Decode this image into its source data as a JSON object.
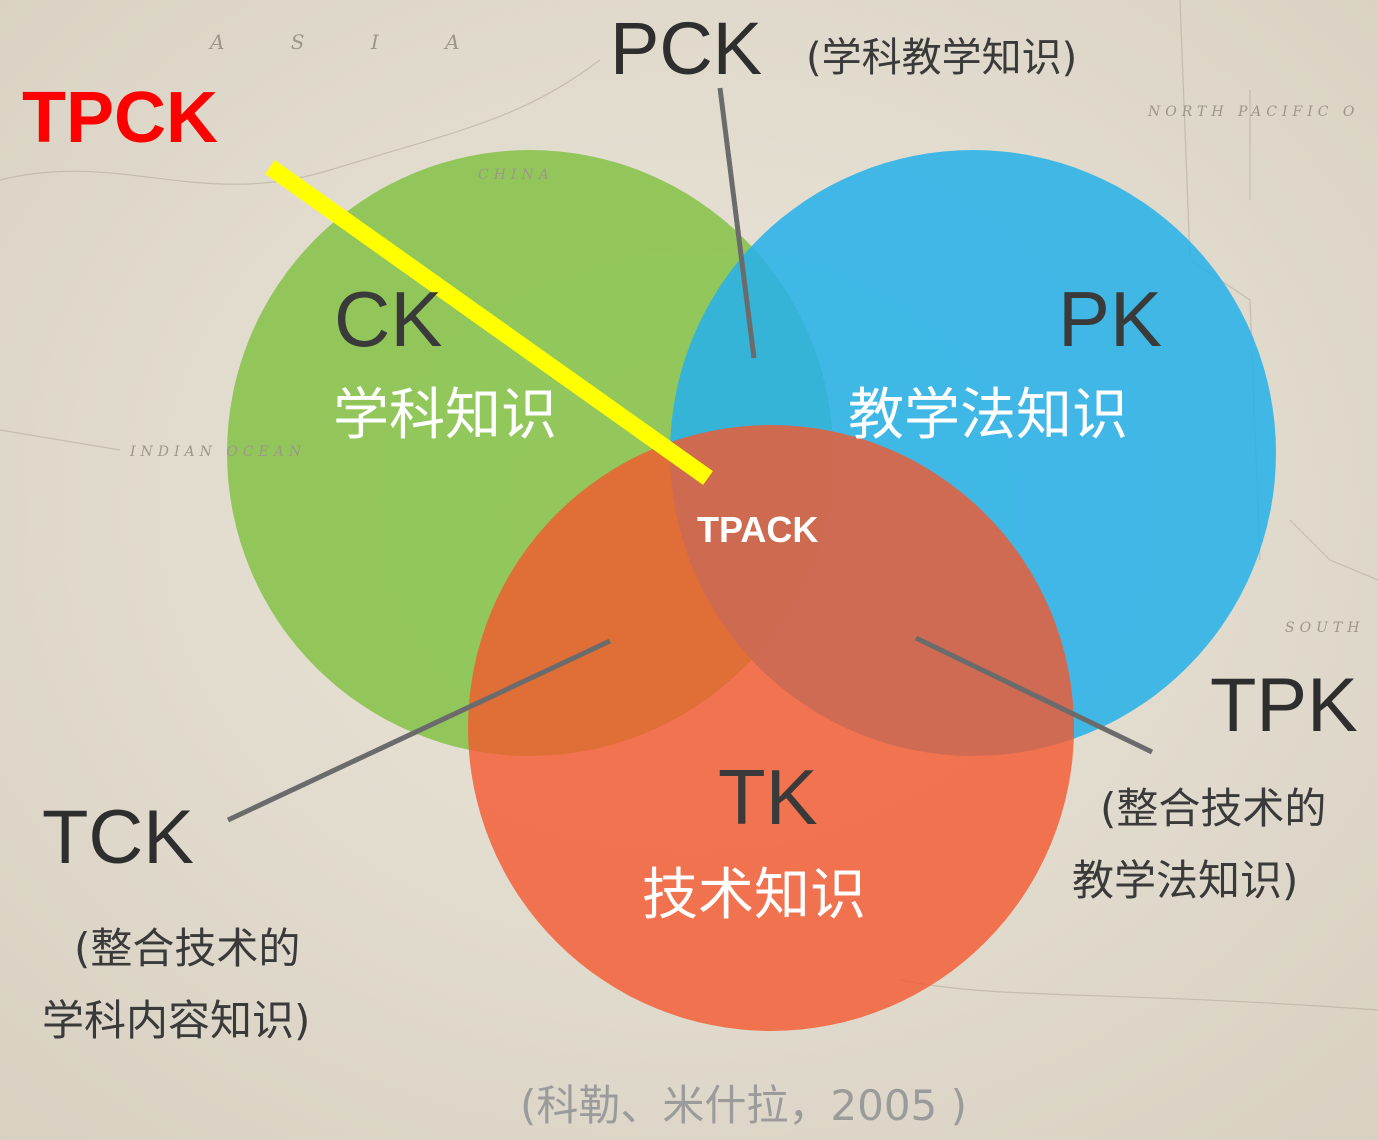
{
  "title": "TPCK",
  "background": {
    "map_labels": [
      "A S I A",
      "CHINA",
      "INDIAN OCEAN",
      "NORTH PACIFIC O",
      "SOUTH"
    ]
  },
  "pck": {
    "abbr": "PCK",
    "desc": "(学科教学知识)"
  },
  "ck": {
    "abbr": "CK",
    "name": "学科知识",
    "color": "#86c34a"
  },
  "pk": {
    "abbr": "PK",
    "name": "教学法知识",
    "color": "#29b2e8"
  },
  "tk": {
    "abbr": "TK",
    "name": "技术知识",
    "color": "#f4582e"
  },
  "center": "TPACK",
  "tck": {
    "abbr": "TCK",
    "desc_line1": "(整合技术的",
    "desc_line2": "学科内容知识)"
  },
  "tpk": {
    "abbr": "TPK",
    "desc_line1": "(整合技术的",
    "desc_line2": "教学法知识)"
  },
  "citation": "(科勒、米什拉，2005 )",
  "colors": {
    "title": "#ff0000",
    "pointer": "#ffff00",
    "leader": "#6b6b6b"
  }
}
